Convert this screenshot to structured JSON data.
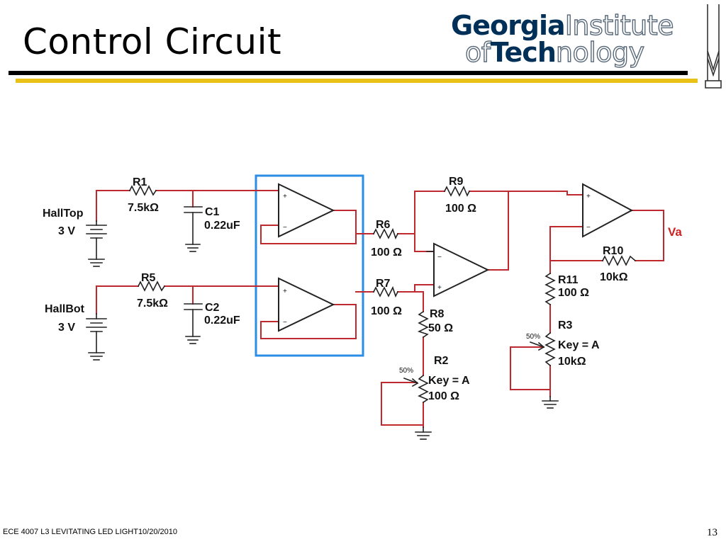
{
  "slide": {
    "title": "Control Circuit",
    "footer_left": "ECE 4007 L3  LEVITATING LED LIGHT10/20/2010",
    "page_number": "13"
  },
  "logo": {
    "line1_bold": "Georgia",
    "line1_outline": "Institute",
    "line2_outline": "of",
    "line2_bold": "Tech",
    "line2_outline_end": "nology"
  },
  "colors": {
    "wire": "#c0282f",
    "component": "#222222",
    "highlight_box": "#2b8ee6",
    "gold_rule": "#EAC117"
  },
  "circuit": {
    "sources": [
      {
        "name": "HallTop",
        "voltage": "3 V"
      },
      {
        "name": "HallBot",
        "voltage": "3 V"
      }
    ],
    "resistors": [
      {
        "name": "R1",
        "value": "7.5kΩ"
      },
      {
        "name": "R5",
        "value": "7.5kΩ"
      },
      {
        "name": "R6",
        "value": "100 Ω"
      },
      {
        "name": "R7",
        "value": "100 Ω"
      },
      {
        "name": "R8",
        "value": "50 Ω"
      },
      {
        "name": "R9",
        "value": "100 Ω"
      },
      {
        "name": "R10",
        "value": "10kΩ"
      },
      {
        "name": "R11",
        "value": "100 Ω"
      }
    ],
    "capacitors": [
      {
        "name": "C1",
        "value": "0.22uF"
      },
      {
        "name": "C2",
        "value": "0.22uF"
      }
    ],
    "potentiometers": [
      {
        "name": "R2",
        "key": "Key = A",
        "value": "100 Ω",
        "setting": "50%"
      },
      {
        "name": "R3",
        "key": "Key = A",
        "value": "10kΩ",
        "setting": "50%"
      }
    ],
    "output": "Va",
    "opamp_plus": "+",
    "opamp_minus": "−"
  }
}
